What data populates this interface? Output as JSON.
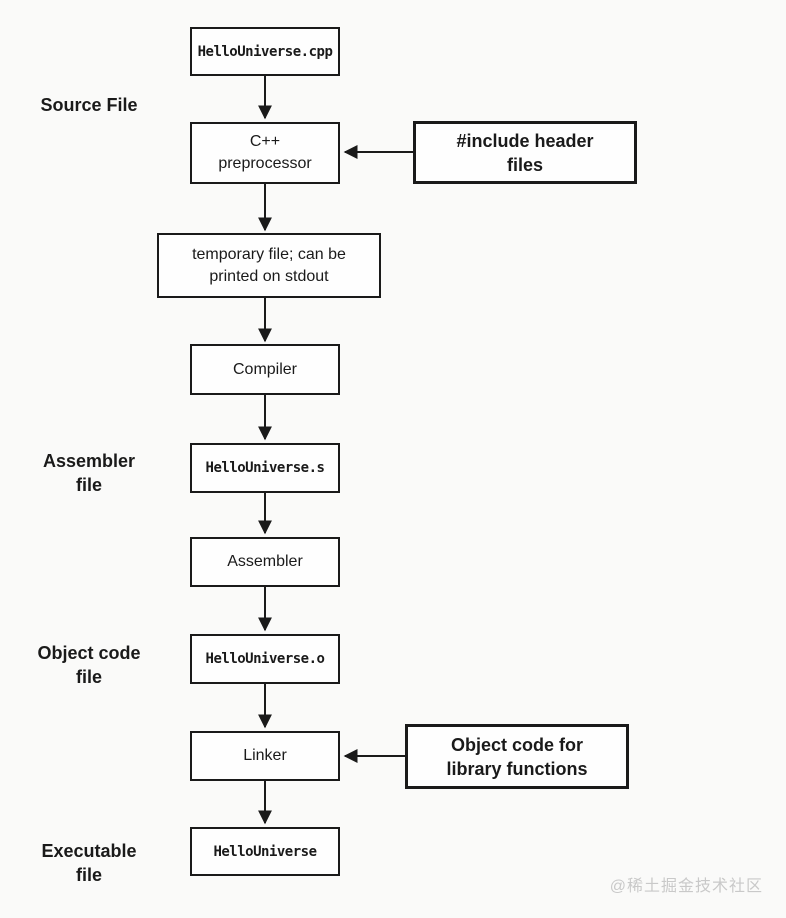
{
  "page": {
    "watermark": "@稀土掘金技术社区",
    "colors": {
      "background": "#fafaf9",
      "box_fill": "#fefefe",
      "line_and_text": "#1a1a1a",
      "watermark": "#c9c9c9"
    }
  },
  "flowchart": {
    "stage_labels": {
      "source": [
        "Source File"
      ],
      "assembler_file": [
        "Assembler",
        "file"
      ],
      "object_code_file": [
        "Object code",
        "file"
      ],
      "executable_file": [
        "Executable",
        "file"
      ]
    },
    "nodes": {
      "source_file": {
        "label": "HelloUniverse.cpp"
      },
      "preprocessor": {
        "lines": [
          "C++",
          "preprocessor"
        ]
      },
      "include_headers": {
        "lines": [
          "#include header",
          "files"
        ]
      },
      "temp_file": {
        "lines": [
          "temporary file; can be",
          "printed on stdout"
        ]
      },
      "compiler": {
        "label": "Compiler"
      },
      "asm_file": {
        "label": "HelloUniverse.s"
      },
      "assembler": {
        "label": "Assembler"
      },
      "obj_file": {
        "label": "HelloUniverse.o"
      },
      "linker": {
        "label": "Linker"
      },
      "obj_lib": {
        "lines": [
          "Object code for",
          "library functions"
        ]
      },
      "exe_file": {
        "label": "HelloUniverse"
      }
    }
  }
}
